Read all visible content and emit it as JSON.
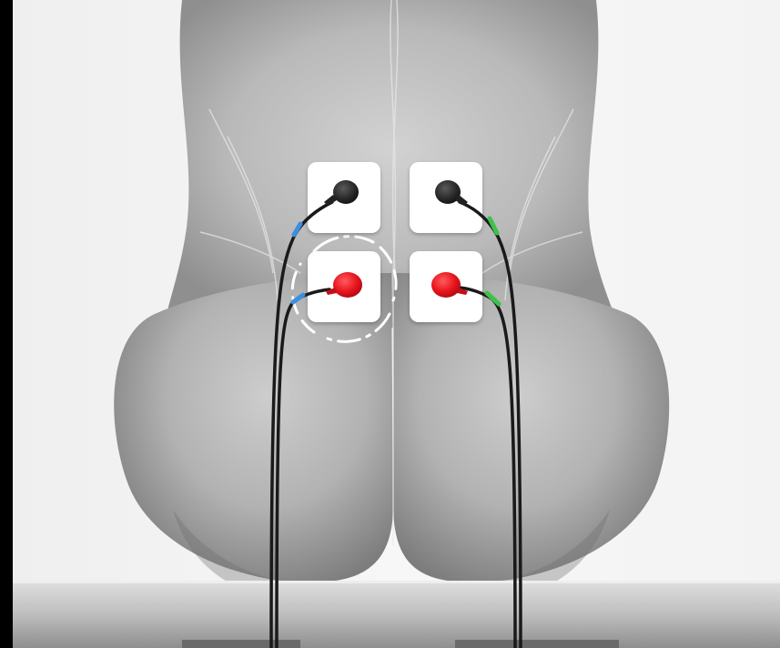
{
  "scene": {
    "description_free": true,
    "colors": {
      "frame": "#000000",
      "background": "#f4f4f4",
      "body_light": "#c9c9c9",
      "body_dark": "#8e8e8e",
      "floor_top": "#d8d8d8",
      "floor_bottom": "#9a9a9a",
      "pad": "#ffffff",
      "snap_black": "#2b2b2b",
      "snap_red": "#e8141c",
      "wire": "#1a1a1a",
      "band_left": "#3d8fe0",
      "band_right": "#3ec24a"
    },
    "electrodes": [
      {
        "name": "upper-left",
        "snap": "black"
      },
      {
        "name": "upper-right",
        "snap": "black"
      },
      {
        "name": "lower-left",
        "snap": "red"
      },
      {
        "name": "lower-right",
        "snap": "red"
      }
    ],
    "highlight": "lower-left"
  }
}
